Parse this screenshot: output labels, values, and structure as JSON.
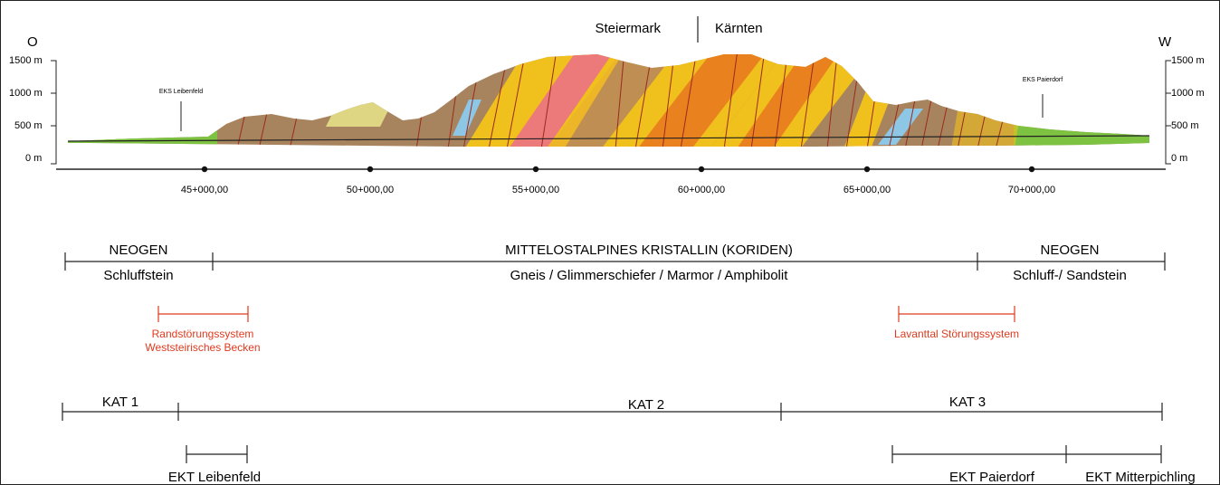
{
  "header": {
    "region_left": "Steiermark",
    "region_right": "Kärnten",
    "dir_left": "O",
    "dir_right": "W"
  },
  "elevation_labels": [
    "1500 m",
    "1000 m",
    "500 m",
    "0 m"
  ],
  "station_labels": [
    "EKS Leibenfeld",
    "EKS Paierdorf"
  ],
  "chainage": [
    "45+000,00",
    "50+000,00",
    "55+000,00",
    "60+000,00",
    "65+000,00",
    "70+000,00"
  ],
  "geology": {
    "left_unit": "NEOGEN",
    "left_rock": "Schluffstein",
    "center_unit": "MITTELOSTALPINES KRISTALLIN (KORIDEN)",
    "center_rock": "Gneis / Glimmerschiefer / Marmor / Amphibolit",
    "right_unit": "NEOGEN",
    "right_rock": "Schluff-/ Sandstein"
  },
  "faults": {
    "left_line1": "Randstörungssystem",
    "left_line2": "Weststeirisches Becken",
    "right": "Lavanttal Störungssystem"
  },
  "categories": [
    "KAT 1",
    "KAT 2",
    "KAT 3"
  ],
  "sections": [
    "EKT Leibenfeld",
    "EKT Paierdorf",
    "EKT Mitterpichling"
  ],
  "colors": {
    "tan": "#a8845e",
    "yellow": "#f0c01c",
    "orange": "#e9811f",
    "pink": "#ec7a7a",
    "green": "#7ec242",
    "red_text": "#e03a1e",
    "fault": "#9a2a1e"
  }
}
